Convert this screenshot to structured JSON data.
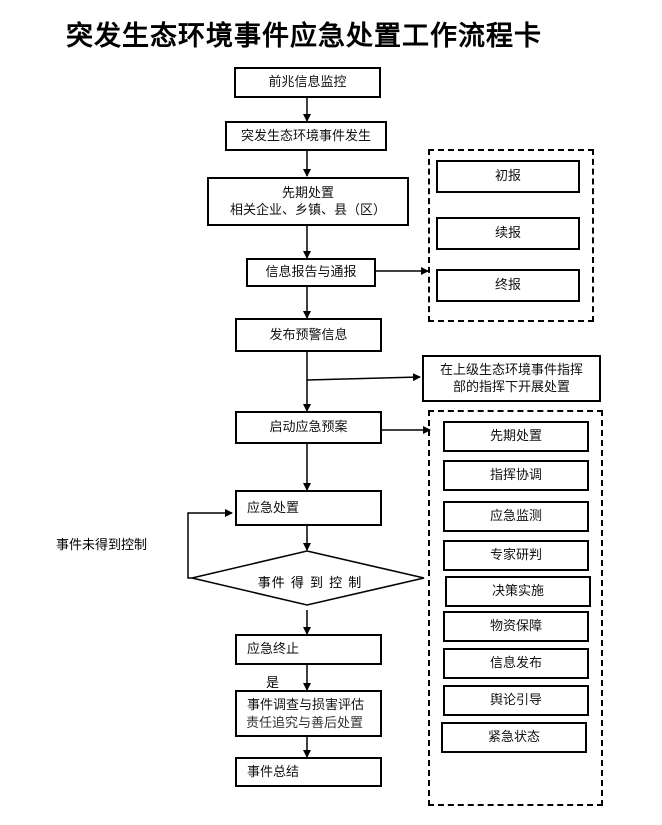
{
  "title": "突发生态环境事件应急处置工作流程卡",
  "main_flow": {
    "warning_monitoring": "前兆信息监控",
    "incident_occurs": "突发生态环境事件发生",
    "initial_handling_title": "先期处置",
    "initial_handling_parties": "相关企业、乡镇、县（区）",
    "info_report": "信息报告与通报",
    "release_warning": "发布预警信息",
    "activate_plan": "启动应急预案",
    "emergency_handling": "应急处置",
    "decision_diamond": "事件 得 到 控 制",
    "emergency_termination": "应急终止",
    "yes_label": "是",
    "investigation": "事件调查与损害评估",
    "investigation_hidden_text": "责任追究与善后处置",
    "summary": "事件总结"
  },
  "loop_label": "事件未得到控制",
  "report_group": {
    "items": [
      "初报",
      "续报",
      "终报"
    ]
  },
  "superior_command": {
    "line1": "在上级生态环境事件指挥",
    "line2": "部的指挥下开展处置"
  },
  "response_group": {
    "items": [
      "先期处置",
      "指挥协调",
      "应急监测",
      "专家研判",
      "决策实施",
      "物资保障",
      "信息发布",
      "舆论引导",
      "紧急状态"
    ]
  }
}
